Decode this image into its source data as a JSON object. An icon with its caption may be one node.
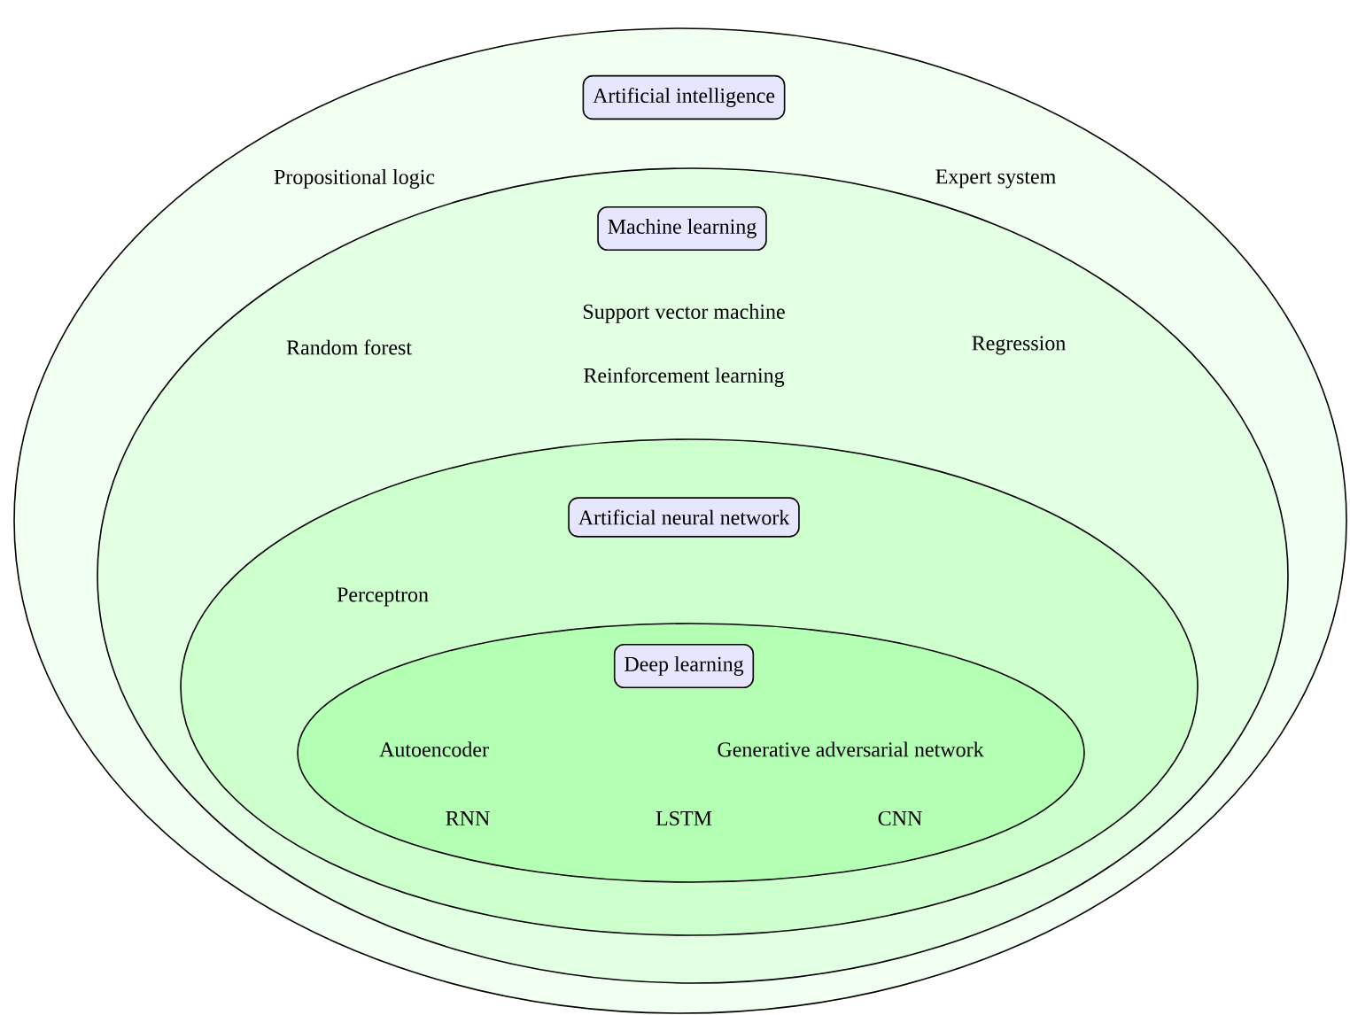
{
  "diagram": {
    "nodes": [
      {
        "text": [
          "Artificial intelligence"
        ]
      },
      {
        "text": [
          "Machine learning"
        ],
        "in": 0
      },
      {
        "text": [
          "Artificial neural network"
        ],
        "in": 1
      },
      {
        "text": [
          "Deep learning"
        ],
        "in": 2
      }
    ],
    "labels": [
      "Propositional logic",
      "Expert system",
      "Random forest",
      "Support vector machine",
      "Reinforcement learning",
      "Regression",
      "Perceptron",
      "Autoencoder",
      "Generative adversarial network",
      "RNN",
      "LSTM",
      "CNN"
    ]
  }
}
